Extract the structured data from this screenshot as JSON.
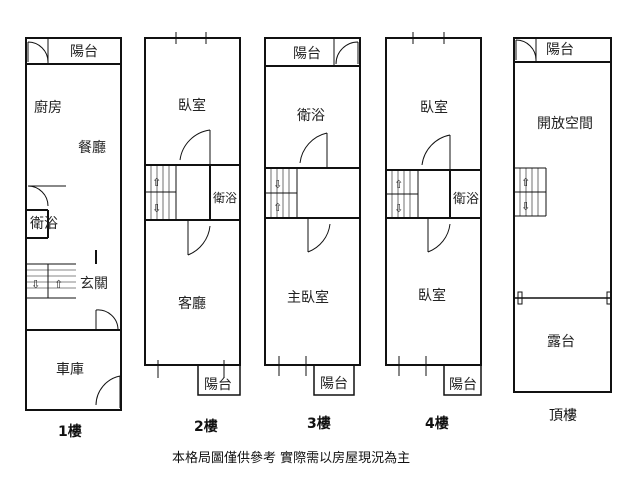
{
  "floors": [
    {
      "id": "1f",
      "label": "1樓",
      "rooms": {
        "balcony": "陽台",
        "kitchen": "廚房",
        "dining": "餐廳",
        "bath": "衛浴",
        "foyer": "玄關",
        "garage": "車庫"
      }
    },
    {
      "id": "2f",
      "label": "2樓",
      "rooms": {
        "bedroom": "臥室",
        "bath": "衛浴",
        "living": "客廳",
        "balcony": "陽台"
      }
    },
    {
      "id": "3f",
      "label": "3樓",
      "rooms": {
        "balcony": "陽台",
        "bath": "衛浴",
        "master_bedroom": "主臥室",
        "balcony_front": "陽台"
      }
    },
    {
      "id": "4f",
      "label": "4樓",
      "rooms": {
        "bedroom_back": "臥室",
        "bath": "衛浴",
        "bedroom_front": "臥室",
        "balcony": "陽台"
      }
    },
    {
      "id": "roof",
      "label": "頂樓",
      "rooms": {
        "balcony": "陽台",
        "open_space": "開放空間",
        "terrace": "露台"
      }
    }
  ],
  "footer_note": "本格局圖僅供參考  實際需以房屋現況為主",
  "stair_arrow_up": "⇧",
  "stair_arrow_down": "⇩",
  "colors": {
    "wall": "#111111",
    "thin": "#333333",
    "background": "#ffffff"
  }
}
